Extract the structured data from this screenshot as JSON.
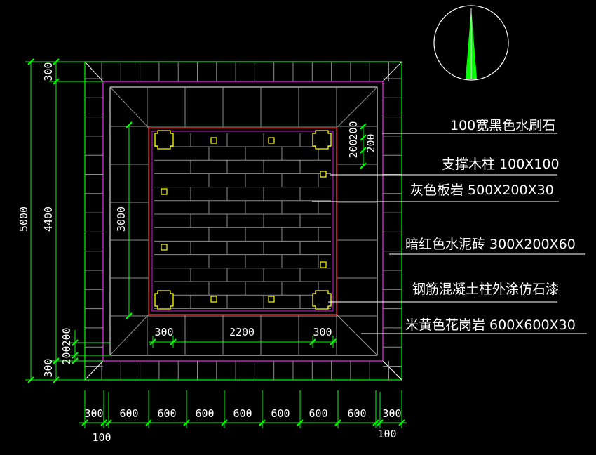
{
  "colors": {
    "background": "#000000",
    "outline": "#ffffff",
    "dimension": "#00ff00",
    "magenta": "#d01ad0",
    "red": "#ff2020",
    "column": "#ffff00",
    "grey": "#8c8c8c"
  },
  "north_arrow": {
    "icon": "north-arrow-icon"
  },
  "dimensions": {
    "left": {
      "overall": "5000",
      "inner": "4400",
      "top_strip": "300",
      "bottom_strip": "300",
      "bottom_200_a": "200",
      "bottom_200_b": "200",
      "inner_3000": "3000"
    },
    "right_top": {
      "d1": "200",
      "d2": "200",
      "d3": "200",
      "d4": "200"
    },
    "plaza": {
      "left": "300",
      "center": "2200",
      "right": "300"
    },
    "bottom": {
      "segments": [
        "300",
        "600",
        "600",
        "600",
        "600",
        "600",
        "600",
        "600",
        "300"
      ],
      "extra_left": "100",
      "extra_right": "100"
    }
  },
  "notes": [
    "100宽黑色水刷石",
    "支撑木柱 100X100",
    "灰色板岩 500X200X30",
    "暗红色水泥砖 300X200X60",
    "钢筋混凝土柱外涂仿石漆",
    "米黄色花岗岩 600X600X30"
  ]
}
